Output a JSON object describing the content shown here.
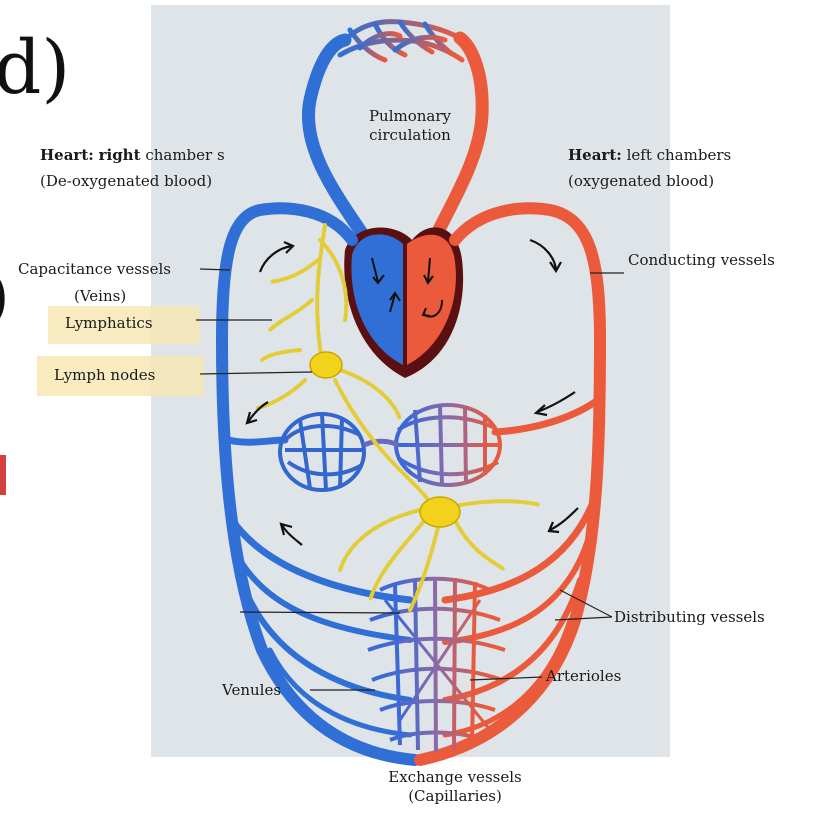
{
  "slide_fragments": {
    "top": "d)",
    "middle": ")"
  },
  "labels": {
    "pulmonary": [
      "Pulmonary",
      "circulation"
    ],
    "heart_right_title": "Heart:",
    "heart_right_bold": "right",
    "heart_right_rest": "chamber s",
    "heart_right_sub": "(De-oxygenated blood)",
    "heart_left_title": "Heart:",
    "heart_left_rest": "left chambers",
    "heart_left_sub": "(oxygenated blood)",
    "capacitance": "Capacitance vessels",
    "capacitance_sub": "(Veins)",
    "lymphatics": "Lymphatics",
    "lymph_nodes": "Lymph nodes",
    "conducting": "Conducting  vessels",
    "distributing": "Distributing vessels",
    "arterioles": "Arterioles",
    "venules": "Venules",
    "exchange": "Exchange vessels",
    "exchange_sub": "(Capillaries)"
  },
  "colors": {
    "venous": "#2f6fd6",
    "arterial": "#ec5a3c",
    "lymph": "#e8d23a",
    "heart_outline": "#5a1010",
    "panel": "#dfe4e8",
    "highlight": "#f6e7b4"
  },
  "icons": [
    "flow-arrow-icon",
    "lymph-node-icon"
  ]
}
